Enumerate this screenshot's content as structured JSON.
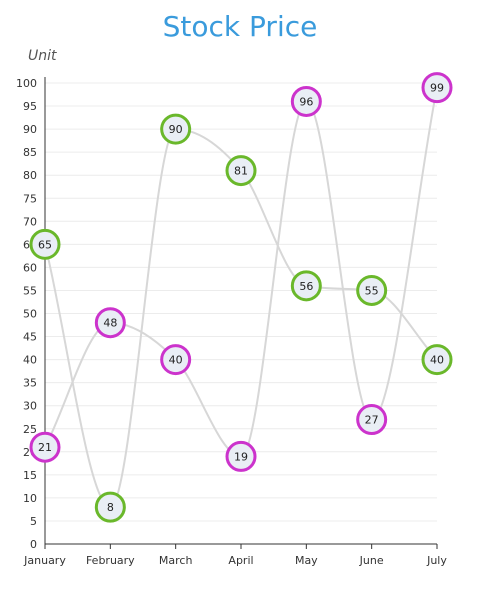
{
  "chart_data": {
    "type": "line",
    "title": "Stock Price",
    "ylabel": "Unit",
    "xlabel": "",
    "categories": [
      "January",
      "February",
      "March",
      "April",
      "May",
      "June",
      "July"
    ],
    "ylim": [
      0,
      100
    ],
    "ytick_step": 5,
    "grid": true,
    "smooth": true,
    "series": [
      {
        "values": [
          65,
          8,
          90,
          81,
          56,
          55,
          40
        ],
        "color": "#6ab82b"
      },
      {
        "values": [
          21,
          48,
          40,
          19,
          96,
          27,
          99
        ],
        "color": "#cc33cc"
      }
    ],
    "colors": {
      "title": "#3a9bdc",
      "line": "#d7d7d7",
      "grid": "#ececec",
      "axis": "#333333",
      "point_fill": "#e9eef5",
      "label": "#222222"
    }
  }
}
